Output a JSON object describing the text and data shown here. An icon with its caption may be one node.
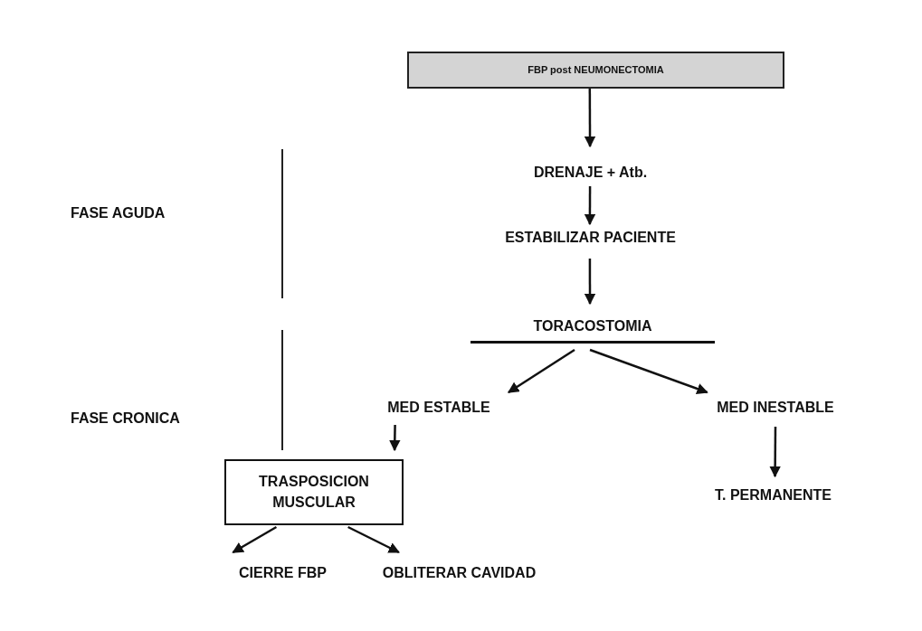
{
  "diagram": {
    "nodes": [
      {
        "text": [
          "FBP post NEUMONECTOMIA"
        ]
      },
      {
        "text": [
          "DRENAJE + Atb."
        ]
      },
      {
        "text": [
          "ESTABILIZAR PACIENTE"
        ]
      },
      {
        "text": [
          "TORACOSTOMIA"
        ]
      },
      {
        "text": [
          "MED ESTABLE"
        ]
      },
      {
        "text": [
          "MED INESTABLE"
        ]
      },
      {
        "text": [
          "TRASPOSICION MUSCULAR"
        ]
      },
      {
        "text": [
          "T. PERMANENTE"
        ]
      },
      {
        "text": [
          "CIERRE FBP"
        ]
      },
      {
        "text": [
          "OBLITERAR CAVIDAD"
        ]
      }
    ],
    "edges": [
      {
        "from": 0,
        "to": 1,
        "arrow": "to"
      },
      {
        "from": 1,
        "to": 2,
        "arrow": "to"
      },
      {
        "from": 2,
        "to": 3,
        "arrow": "to"
      },
      {
        "from": 3,
        "to": 4,
        "arrow": "to"
      },
      {
        "from": 3,
        "to": 5,
        "arrow": "to"
      },
      {
        "from": 4,
        "to": 6,
        "arrow": "to"
      },
      {
        "from": 5,
        "to": 7,
        "arrow": "to"
      },
      {
        "from": 6,
        "to": 8,
        "arrow": "to"
      },
      {
        "from": 6,
        "to": 9,
        "arrow": "to"
      }
    ],
    "labels": [
      "FASE AGUDA",
      "FASE CRONICA"
    ]
  }
}
